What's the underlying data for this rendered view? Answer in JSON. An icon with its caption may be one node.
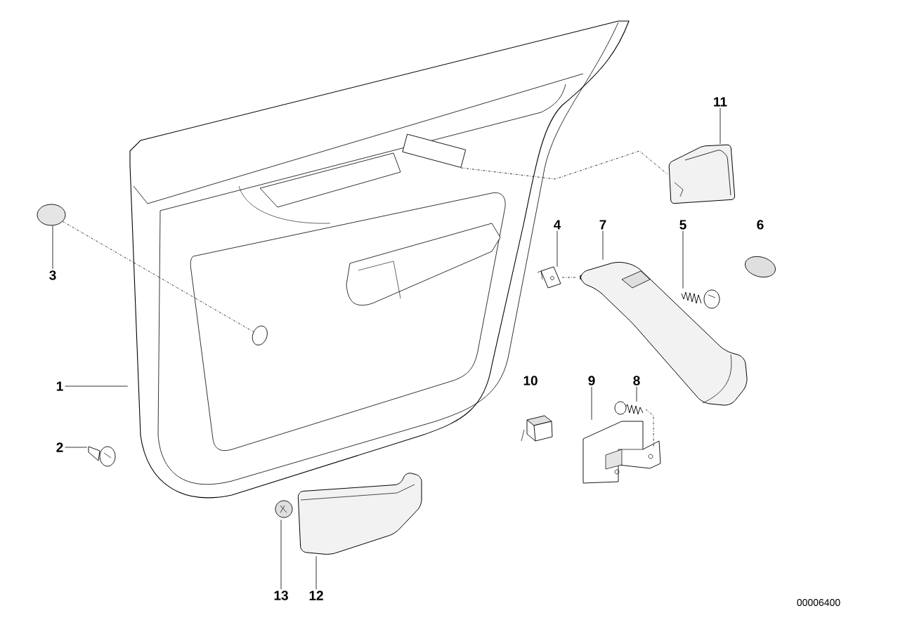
{
  "diagram": {
    "nodes": [
      {
        "text": [
          "1"
        ]
      },
      {
        "text": [],
        "shape": "picture"
      },
      {
        "text": [
          "2"
        ]
      },
      {
        "text": [],
        "shape": "picture"
      },
      {
        "text": [
          "3"
        ]
      },
      {
        "text": [],
        "shape": "circle"
      },
      {
        "text": [],
        "shape": "circle",
        "in": 1
      },
      {
        "text": [
          "4"
        ]
      },
      {
        "text": [],
        "shape": "picture"
      },
      {
        "text": [
          "5"
        ]
      },
      {
        "text": [],
        "shape": "picture"
      },
      {
        "text": [
          "6"
        ]
      },
      {
        "text": [],
        "shape": "circle"
      },
      {
        "text": [
          "7"
        ]
      },
      {
        "text": [],
        "shape": "picture"
      },
      {
        "text": [
          "8"
        ]
      },
      {
        "text": [],
        "shape": "picture"
      },
      {
        "text": [
          "9"
        ]
      },
      {
        "text": [],
        "shape": "picture"
      },
      {
        "text": [
          "10"
        ]
      },
      {
        "text": [],
        "shape": "picture"
      },
      {
        "text": [
          "11"
        ]
      },
      {
        "text": [],
        "shape": "picture"
      },
      {
        "text": [
          "12"
        ]
      },
      {
        "text": [],
        "shape": "picture"
      },
      {
        "text": [
          "13"
        ]
      },
      {
        "text": [],
        "shape": "picture"
      },
      {
        "text": [],
        "shape": "box",
        "in": 1
      }
    ],
    "edges": [
      {
        "from": 0,
        "to": 1,
        "arrow": "none"
      },
      {
        "from": 2,
        "to": 3,
        "arrow": "none"
      },
      {
        "from": 4,
        "to": 5,
        "arrow": "none"
      },
      {
        "from": 7,
        "to": 8,
        "arrow": "none"
      },
      {
        "from": 9,
        "to": 10,
        "arrow": "none"
      },
      {
        "from": 13,
        "to": 14,
        "arrow": "none"
      },
      {
        "from": 15,
        "to": 16,
        "arrow": "none"
      },
      {
        "from": 17,
        "to": 18,
        "arrow": "none"
      },
      {
        "from": 21,
        "to": 22,
        "arrow": "none"
      },
      {
        "from": 23,
        "to": 24,
        "arrow": "none"
      },
      {
        "from": 25,
        "to": 26,
        "arrow": "none"
      },
      {
        "from": 5,
        "to": 6,
        "arrow": "none",
        "style": "dashed"
      },
      {
        "from": 27,
        "to": 22,
        "arrow": "none",
        "style": "dashed"
      },
      {
        "from": 8,
        "to": 14,
        "arrow": "none",
        "style": "dashed"
      },
      {
        "from": 16,
        "to": 18,
        "arrow": "none",
        "style": "dashed"
      }
    ],
    "labels": [
      "00006400"
    ]
  }
}
